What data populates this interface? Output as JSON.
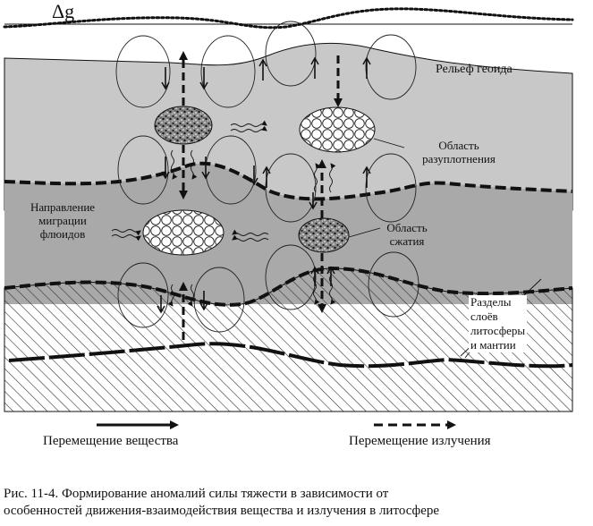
{
  "delta_g": "Δg",
  "labels": {
    "geoid_relief": "Рельеф геоида",
    "rarefaction_1": "Область",
    "rarefaction_2": "разуплотнения",
    "fluid_1": "Направление",
    "fluid_2": "миграции",
    "fluid_3": "флюидов",
    "compression_1": "Область",
    "compression_2": "сжатия",
    "sections_1": "Разделы",
    "sections_2": "слоёв",
    "sections_3": "литосферы",
    "sections_4": "и мантии"
  },
  "legend": {
    "matter": "Перемещение вещества",
    "radiation": "Перемещение излучения"
  },
  "caption": {
    "line1": "Рис. 11-4. Формирование аномалий силы тяжести в зависимости от",
    "line2": "особенностей движения-взаимодействия вещества и излучения в литосфере"
  },
  "colors": {
    "upper_layer": "#c8c8c8",
    "middle_layer": "#a9a9a9",
    "hatch": "#333333",
    "line": "#111111"
  }
}
